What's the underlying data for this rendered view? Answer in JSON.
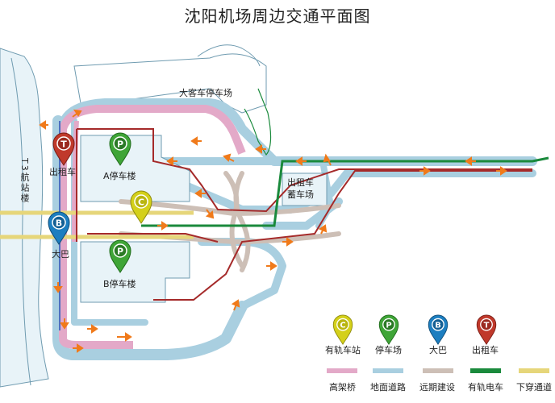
{
  "title": "沈阳机场周边交通平面图",
  "colors": {
    "elevated": "#e3a9c8",
    "ground": "#a9cfe0",
    "future": "#cdbfb6",
    "tram": "#1a8a3c",
    "underpass": "#e6d67a",
    "route_red": "#a52a2a",
    "arrow": "#f07a1a",
    "pin_c": "#d4d01a",
    "pin_p": "#3fa537",
    "pin_b": "#1c7ec0",
    "pin_t": "#c0392b"
  },
  "places": {
    "t3": "T3航站楼",
    "t3_parts": [
      "T3",
      "航站楼"
    ],
    "bus_lot": "大客车停车场",
    "taxi_pool": [
      "出租车",
      "蓄车场"
    ],
    "garage_a": "A停车楼",
    "garage_b": "B停车楼"
  },
  "map_pins": [
    {
      "id": "T",
      "kind": "taxi",
      "label": "出租车"
    },
    {
      "id": "P",
      "kind": "parking",
      "label": ""
    },
    {
      "id": "C",
      "kind": "rail",
      "label": ""
    },
    {
      "id": "B",
      "kind": "bus",
      "label": "大巴"
    },
    {
      "id": "P",
      "kind": "parking",
      "label": ""
    }
  ],
  "legend": {
    "pins": [
      {
        "letter": "C",
        "label": "有轨车站",
        "color": "#d4d01a"
      },
      {
        "letter": "P",
        "label": "停车场",
        "color": "#3fa537"
      },
      {
        "letter": "B",
        "label": "大巴",
        "color": "#1c7ec0"
      },
      {
        "letter": "T",
        "label": "出租车",
        "color": "#c0392b"
      }
    ],
    "lines": [
      {
        "label": "高架桥",
        "color": "#e3a9c8"
      },
      {
        "label": "地面道路",
        "color": "#a9cfe0"
      },
      {
        "label": "远期建设",
        "color": "#cdbfb6"
      },
      {
        "label": "有轨电车",
        "color": "#1a8a3c"
      },
      {
        "label": "下穿通道",
        "color": "#e6d67a"
      }
    ]
  }
}
